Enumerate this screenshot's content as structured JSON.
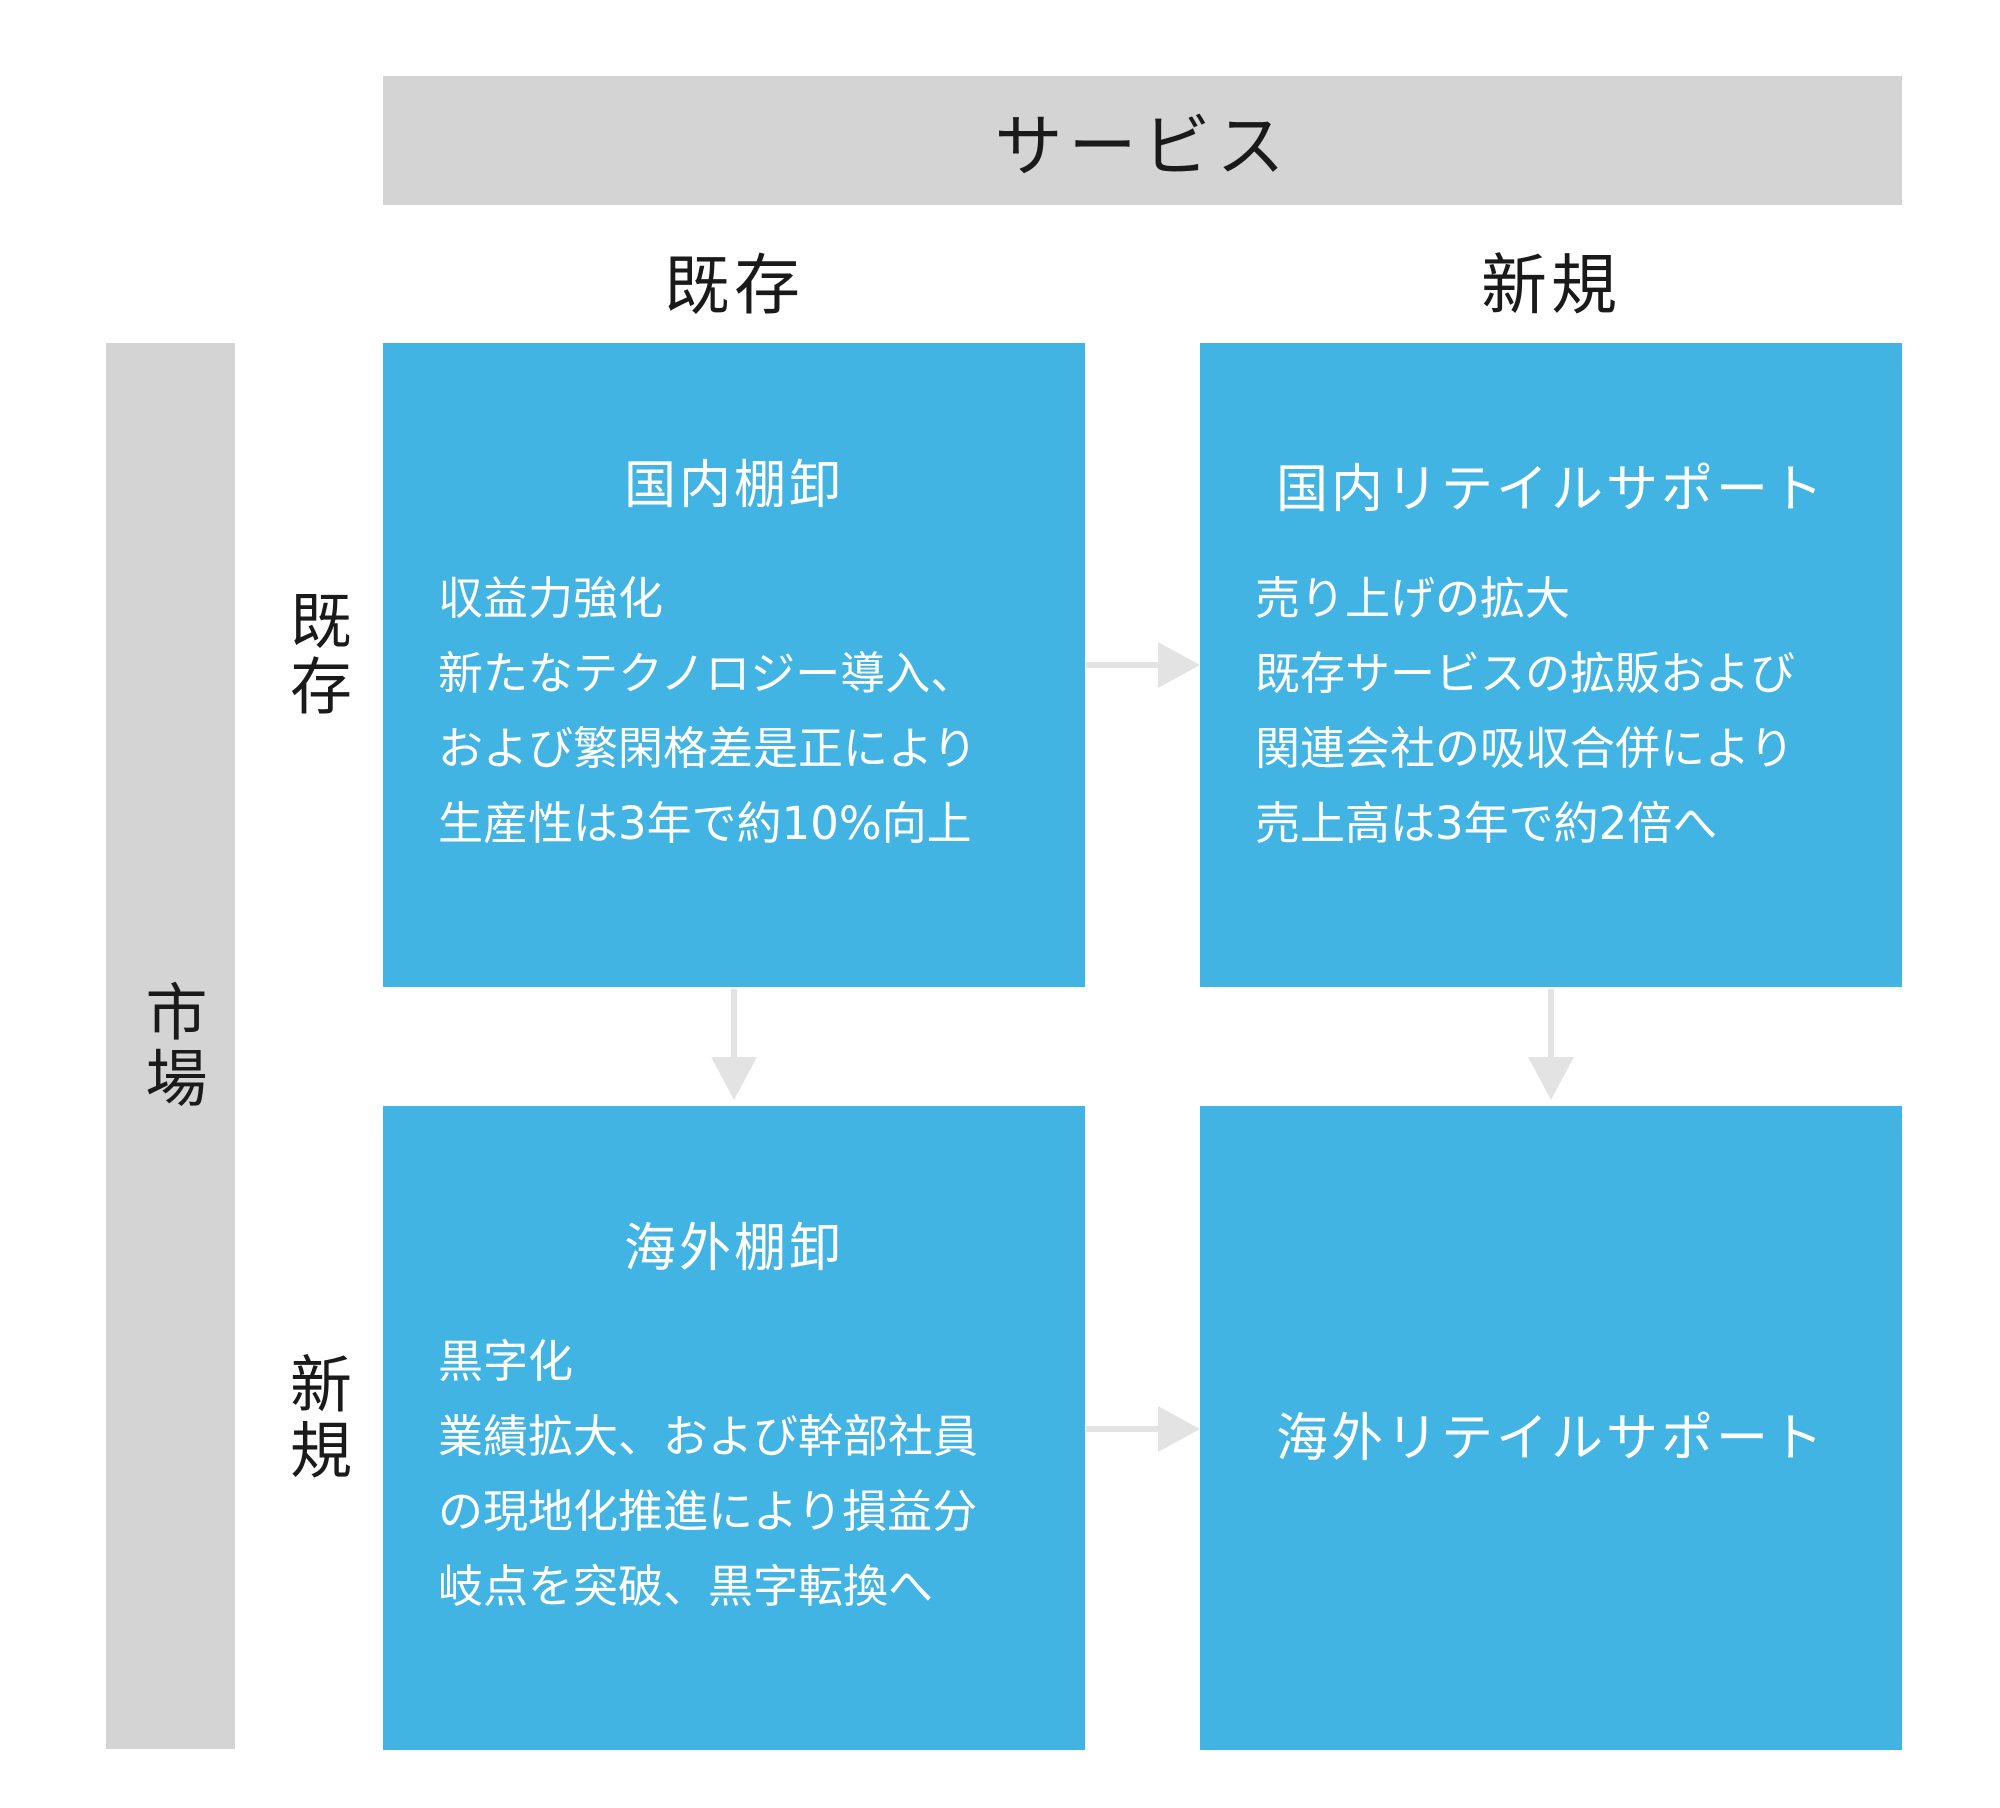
{
  "header": {
    "service_label": "サービス",
    "col_existing": "既存",
    "col_new": "新規"
  },
  "side": {
    "market_label": "市場",
    "row_existing": "既存",
    "row_new": "新規"
  },
  "boxes": {
    "domestic_wholesale": {
      "title": "国内棚卸",
      "lines": [
        "収益力強化",
        "新たなテクノロジー導入、",
        "および繁閑格差是正により",
        "生産性は3年で約10%向上"
      ]
    },
    "domestic_retail": {
      "title": "国内リテイルサポート",
      "lines": [
        "売り上げの拡大",
        "既存サービスの拡販および",
        "関連会社の吸収合併により",
        "売上高は3年で約2倍へ"
      ]
    },
    "overseas_wholesale": {
      "title": "海外棚卸",
      "lines": [
        "黒字化",
        "業績拡大、および幹部社員",
        "の現地化推進により損益分",
        "岐点を突破、黒字転換へ"
      ]
    },
    "overseas_retail": {
      "title": "海外リテイルサポート"
    }
  },
  "colors": {
    "box_fill": "#42b4e4",
    "bar_fill": "#d4d4d4",
    "arrow": "#e3e3e3"
  }
}
